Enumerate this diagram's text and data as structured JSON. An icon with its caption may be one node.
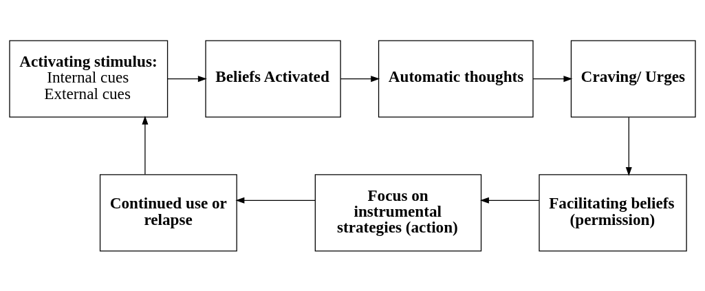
{
  "diagram": {
    "nodes": [
      {
        "text": [
          "Activating stimulus:",
          "Internal cues",
          "External cues"
        ]
      },
      {
        "text": [
          "Beliefs Activated"
        ]
      },
      {
        "text": [
          "Automatic thoughts"
        ]
      },
      {
        "text": [
          "Craving/ Urges"
        ]
      },
      {
        "text": [
          "Facilitating beliefs (permission)"
        ]
      },
      {
        "text": [
          "Focus on instrumental strategies (action)"
        ]
      },
      {
        "text": [
          "Continued use or relapse"
        ]
      }
    ],
    "edges": [
      {
        "from": 0,
        "to": 1,
        "arrow": "to"
      },
      {
        "from": 1,
        "to": 2,
        "arrow": "to"
      },
      {
        "from": 2,
        "to": 3,
        "arrow": "to"
      },
      {
        "from": 3,
        "to": 4,
        "arrow": "to"
      },
      {
        "from": 4,
        "to": 5,
        "arrow": "to"
      },
      {
        "from": 5,
        "to": 6,
        "arrow": "to"
      },
      {
        "from": 6,
        "to": 0,
        "arrow": "to"
      }
    ]
  }
}
